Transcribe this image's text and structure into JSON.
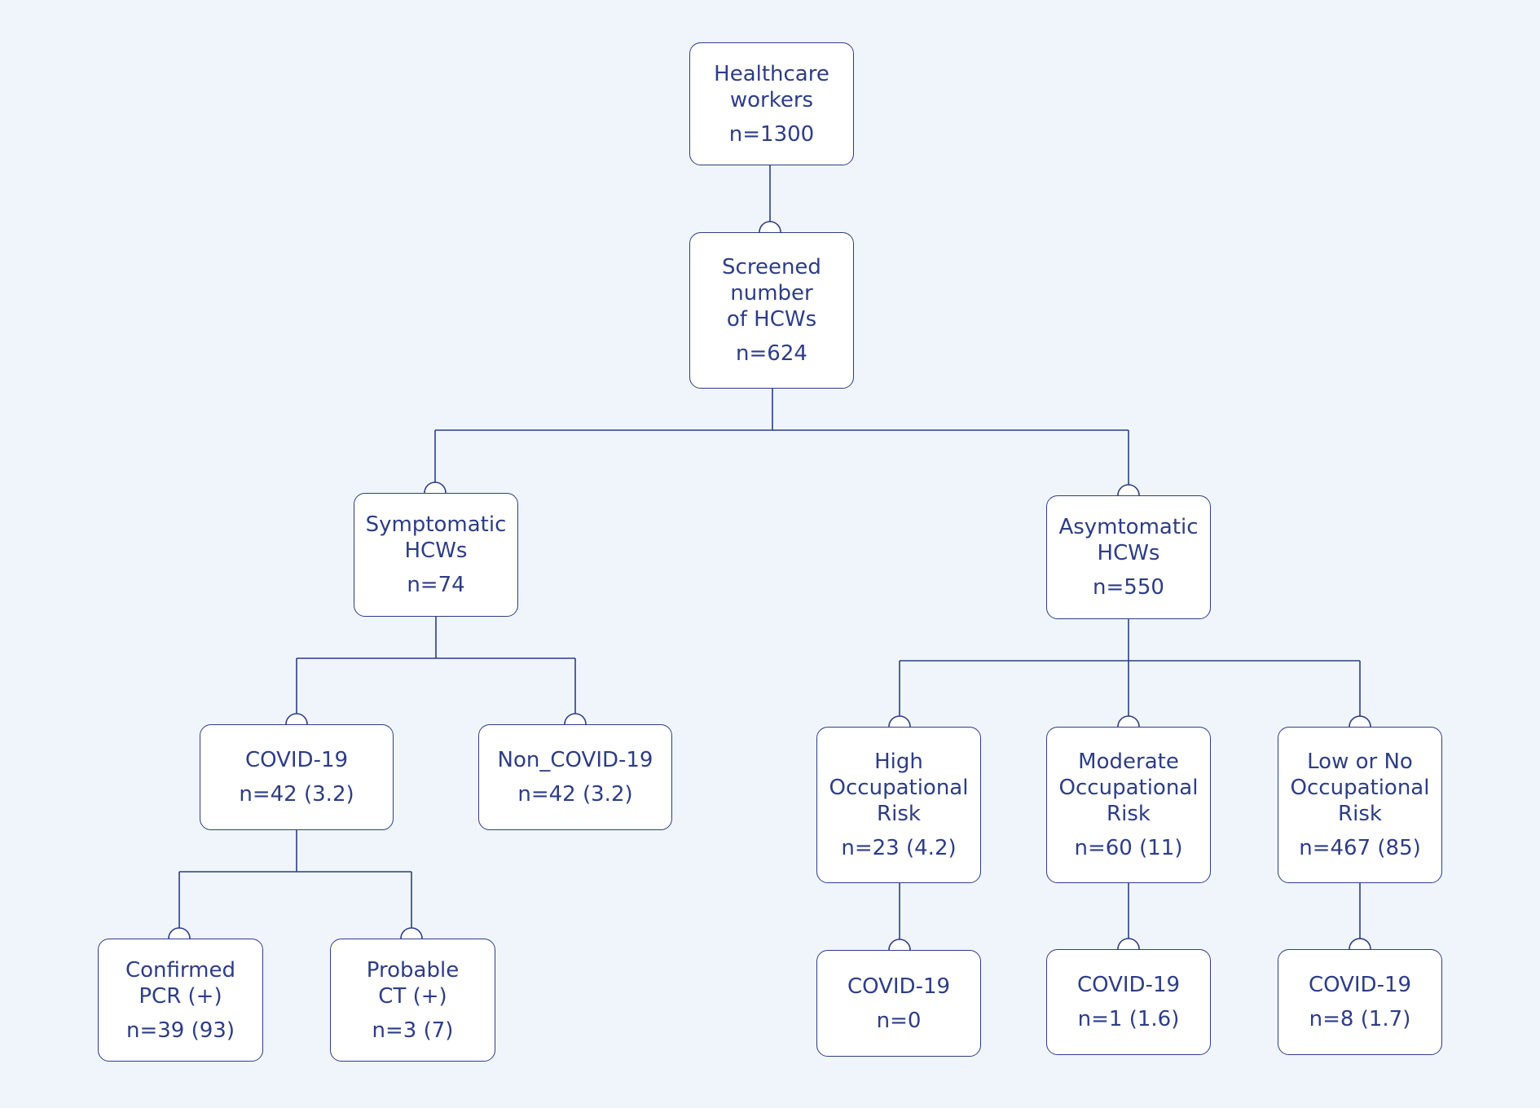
{
  "colors": {
    "background": "#eff5fa",
    "box_fill": "#ffffff",
    "stroke": "#2d3d86",
    "text": "#2d3d86"
  },
  "nodes": {
    "healthcare_workers": {
      "label": "Healthcare\nworkers",
      "count": "n=1300"
    },
    "screened": {
      "label": "Screened\nnumber\nof HCWs",
      "count": "n=624"
    },
    "symptomatic": {
      "label": "Symptomatic\nHCWs",
      "count": "n=74"
    },
    "asymptomatic": {
      "label": "Asymtomatic\nHCWs",
      "count": "n=550"
    },
    "covid19": {
      "label": "COVID-19",
      "count": "n=42 (3.2)"
    },
    "non_covid19": {
      "label": "Non_COVID-19",
      "count": "n=42 (3.2)"
    },
    "confirmed": {
      "label": "Confirmed\nPCR (+)",
      "count": "n=39 (93)"
    },
    "probable": {
      "label": "Probable\nCT (+)",
      "count": "n=3 (7)"
    },
    "high_risk": {
      "label": "High\nOccupational\nRisk",
      "count": "n=23 (4.2)"
    },
    "moderate_risk": {
      "label": "Moderate\nOccupational\nRisk",
      "count": "n=60 (11)"
    },
    "low_risk": {
      "label": "Low or No\nOccupational\nRisk",
      "count": "n=467 (85)"
    },
    "high_covid": {
      "label": "COVID-19",
      "count": "n=0"
    },
    "moderate_covid": {
      "label": "COVID-19",
      "count": "n=1 (1.6)"
    },
    "low_covid": {
      "label": "COVID-19",
      "count": "n=8 (1.7)"
    }
  }
}
